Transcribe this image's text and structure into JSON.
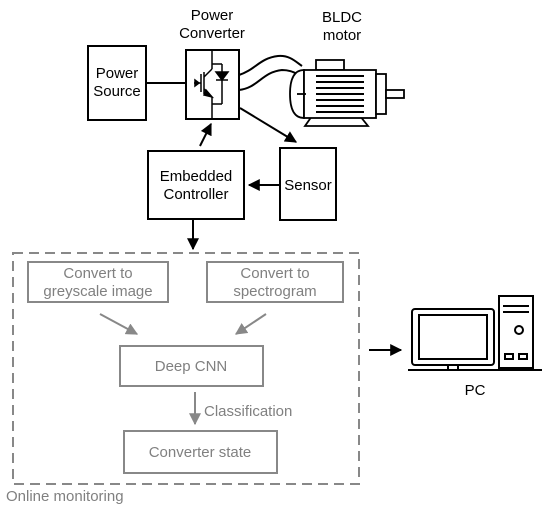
{
  "blocks": {
    "power_source": {
      "line1": "Power",
      "line2": "Source"
    },
    "power_converter": {
      "line1": "Power",
      "line2": "Converter"
    },
    "bldc_motor": {
      "line1": "BLDC",
      "line2": "motor"
    },
    "embedded_controller": {
      "line1": "Embedded",
      "line2": "Controller"
    },
    "sensor": {
      "label": "Sensor"
    },
    "greyscale": {
      "line1": "Convert to",
      "line2": "greyscale image"
    },
    "spectrogram": {
      "line1": "Convert to",
      "line2": "spectrogram"
    },
    "deep_cnn": {
      "label": "Deep CNN"
    },
    "converter_state": {
      "label": "Converter state"
    },
    "pc": {
      "label": "PC"
    }
  },
  "edge_labels": {
    "classification": "Classification"
  },
  "group": {
    "online_monitoring": "Online monitoring"
  },
  "colors": {
    "primary": "#000000",
    "secondary": "#808080",
    "dash": "#808080"
  }
}
